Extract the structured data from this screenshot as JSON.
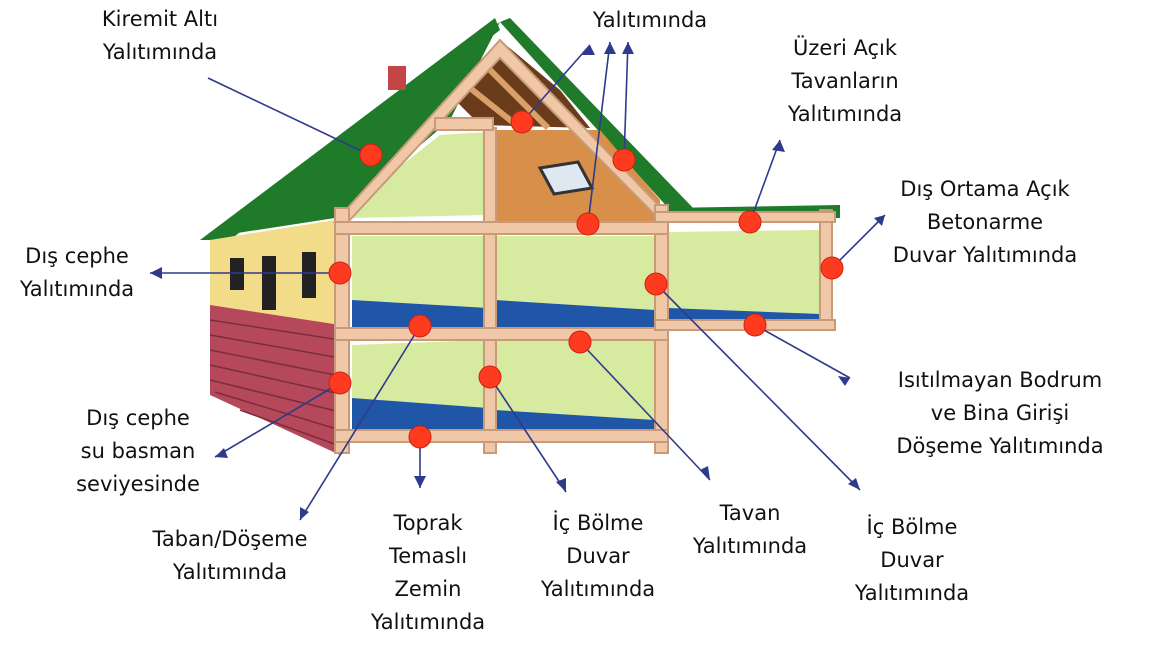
{
  "colors": {
    "roof": "#1f7a2a",
    "wood": "#f0c8a8",
    "insulation": "#d6eaa0",
    "floor": "#1f56a8",
    "brick": "#b5485a",
    "plaster": "#f2dc8a",
    "attic_floor": "#d78f4a",
    "marker": "#ff3b1f",
    "leader": "#2e3a8c"
  },
  "labels": {
    "roof_under": [
      "Kiremit Altı",
      "Yalıtımında"
    ],
    "roof_top": [
      "Yalıtımında"
    ],
    "open_ceiling": [
      "Üzeri Açık",
      "Tavanların",
      "Yalıtımında"
    ],
    "concrete_wall": [
      "Dış Ortama Açık",
      "Betonarme",
      "Duvar Yalıtımında"
    ],
    "facade": [
      "Dış cephe",
      "Yalıtımında"
    ],
    "unheated_basement": [
      "Isıtılmayan Bodrum",
      "ve Bina Girişi",
      "Döşeme Yalıtımında"
    ],
    "facade_water": [
      "Dış cephe",
      "su basman",
      "seviyesinde"
    ],
    "floor": [
      "Taban/Döşeme",
      "Yalıtımında"
    ],
    "ground_contact": [
      "Toprak",
      "Temaslı",
      "Zemin",
      "Yalıtımında"
    ],
    "partition_left": [
      "İç Bölme",
      "Duvar",
      "Yalıtımında"
    ],
    "ceiling": [
      "Tavan",
      "Yalıtımında"
    ],
    "partition_right": [
      "İç Bölme",
      "Duvar",
      "Yalıtımında"
    ]
  }
}
